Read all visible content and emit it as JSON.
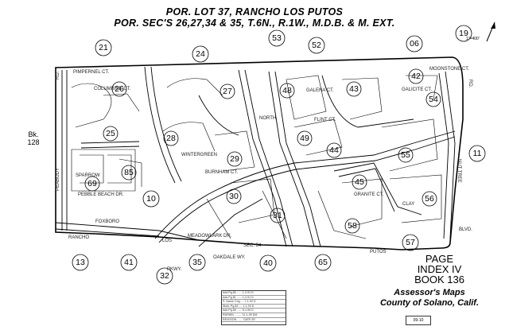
{
  "header": {
    "title_line1": "POR. LOT 37, RANCHO LOS PUTOS",
    "title_line2": "POR. SEC'S 26,27,34 & 35, T.6N., R.1W., M.D.B. & M. EXT."
  },
  "adjacent_pages": {
    "p21": "21",
    "p24": "24",
    "p53": "53",
    "p52": "52",
    "p06": "06",
    "p19": "19",
    "p11": "11",
    "p57": "57",
    "p13": "13",
    "p41": "41",
    "p32": "32",
    "p35": "35",
    "p40": "40",
    "p65": "65",
    "p10": "10"
  },
  "parcels": {
    "p26": "26",
    "p27": "27",
    "p25": "25",
    "p28": "28",
    "p29": "29",
    "p48": "48",
    "p43": "43",
    "p42": "42",
    "p54": "54",
    "p49": "49",
    "p44": "44",
    "p55": "55",
    "p45": "45",
    "p56": "56",
    "p30": "30",
    "p31": "31",
    "p58": "58",
    "p69": "69",
    "p85": "85"
  },
  "book_ref": {
    "line1": "Bk.",
    "line2": "128"
  },
  "streets": {
    "pimpernel": "PIMPERNEL CT.",
    "columbine": "COLUMBINE CT.",
    "wintergreen": "WINTERGREEN",
    "burnham": "BURNHAM CT.",
    "galena": "GALENA CT.",
    "flint": "FLINT CT.",
    "moonstone": "MOONSTONE CT.",
    "galicite": "GALICITE CT.",
    "granite": "GRANITE CT.",
    "peabody": "PEABODY",
    "foxboro": "FOXBORO",
    "rancho": "RANCHO",
    "los": "LOS",
    "putos": "PUTOS",
    "sec34": "SEC. 34",
    "meadowlark": "MEADOWLARK DR.",
    "oakdale": "OAKDALE WY.",
    "sparrow": "SPARROW",
    "pebble_beach": "PEBBLE BEACH DR.",
    "north": "NORTH",
    "nut_tree": "NUT TREE",
    "clay": "CLAY",
    "rd": "RD.",
    "pkwy": "PKWY.",
    "rd2": "RD.",
    "blvd": "BLVD."
  },
  "page_info": {
    "line1": "PAGE",
    "line2": "INDEX IV",
    "line3": "BOOK 136"
  },
  "assessor": {
    "line1": "Assessor's Maps",
    "line2": "County of Solano, Calif."
  },
  "revision_table": [
    "Add Pg.80 ...... 1-2-91 D",
    "Add Pg.81 ...... 1-2-91 D",
    "S. Name Chg. ... 7-1-92 D",
    "Sbdv. Pg.83 .... 1-1-93 D",
    "Add Pg.85 ...... 9-1-99 D",
    "RDRWN ......... 11-1-99 DM",
    "REVISION ....... DATE BY"
  ],
  "stamp_text": "09-10",
  "scale_text": "1\"=400'",
  "colors": {
    "ink": "#000000",
    "paper": "#ffffff"
  }
}
